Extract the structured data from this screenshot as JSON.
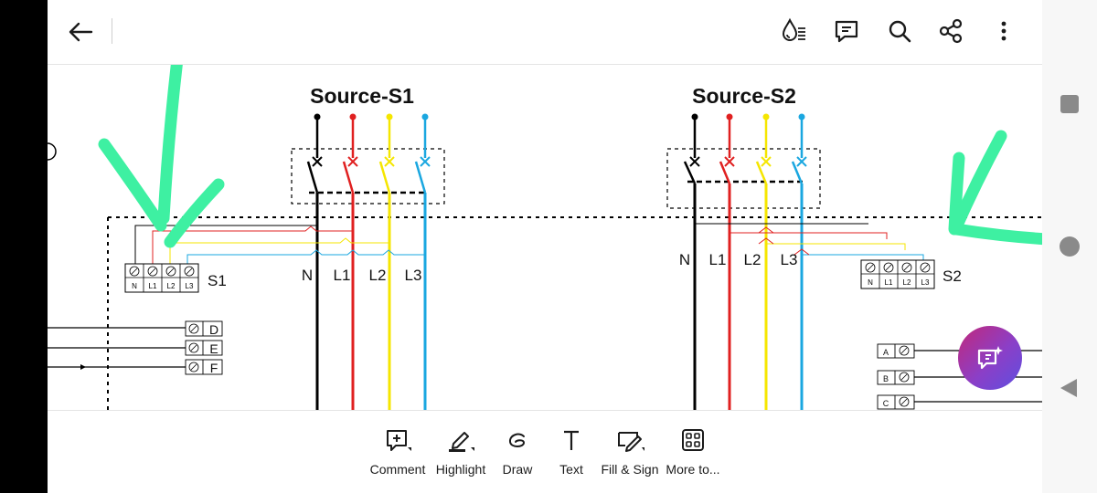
{
  "toolbar": {
    "back_icon": "arrow-left-icon",
    "icons": [
      "liquid-mode-icon",
      "comment-bubble-icon",
      "search-icon",
      "share-icon",
      "more-vertical-icon"
    ]
  },
  "document": {
    "source_s1": "Source-S1",
    "source_s2": "Source-S2",
    "phase_labels_left": [
      "N",
      "L1",
      "L2",
      "L3"
    ],
    "phase_labels_right": [
      "N",
      "L1",
      "L2",
      "L3"
    ],
    "terminal_left": {
      "label": "S1",
      "cells": [
        "N",
        "L1",
        "L2",
        "L3"
      ]
    },
    "terminal_right": {
      "label": "S2",
      "cells": [
        "N",
        "L1",
        "L2",
        "L3"
      ]
    },
    "left_terminals": [
      "D",
      "E",
      "F"
    ],
    "right_terminals": [
      "A",
      "B",
      "C"
    ],
    "colors": {
      "n": "#000000",
      "l1": "#e02020",
      "l2": "#f5e600",
      "l3": "#1aa7e0",
      "annotation": "#3ef0a2"
    }
  },
  "bottombar": {
    "items": [
      {
        "label": "Comment",
        "icon": "comment-add-icon"
      },
      {
        "label": "Highlight",
        "icon": "highlighter-icon"
      },
      {
        "label": "Draw",
        "icon": "draw-icon"
      },
      {
        "label": "Text",
        "icon": "text-icon"
      },
      {
        "label": "Fill & Sign",
        "icon": "fill-sign-icon"
      },
      {
        "label": "More to...",
        "icon": "grid-icon"
      }
    ]
  },
  "fab": {
    "icon": "ai-assistant-icon"
  },
  "navbar": {
    "icons": [
      "recents-icon",
      "home-icon",
      "back-icon"
    ]
  }
}
